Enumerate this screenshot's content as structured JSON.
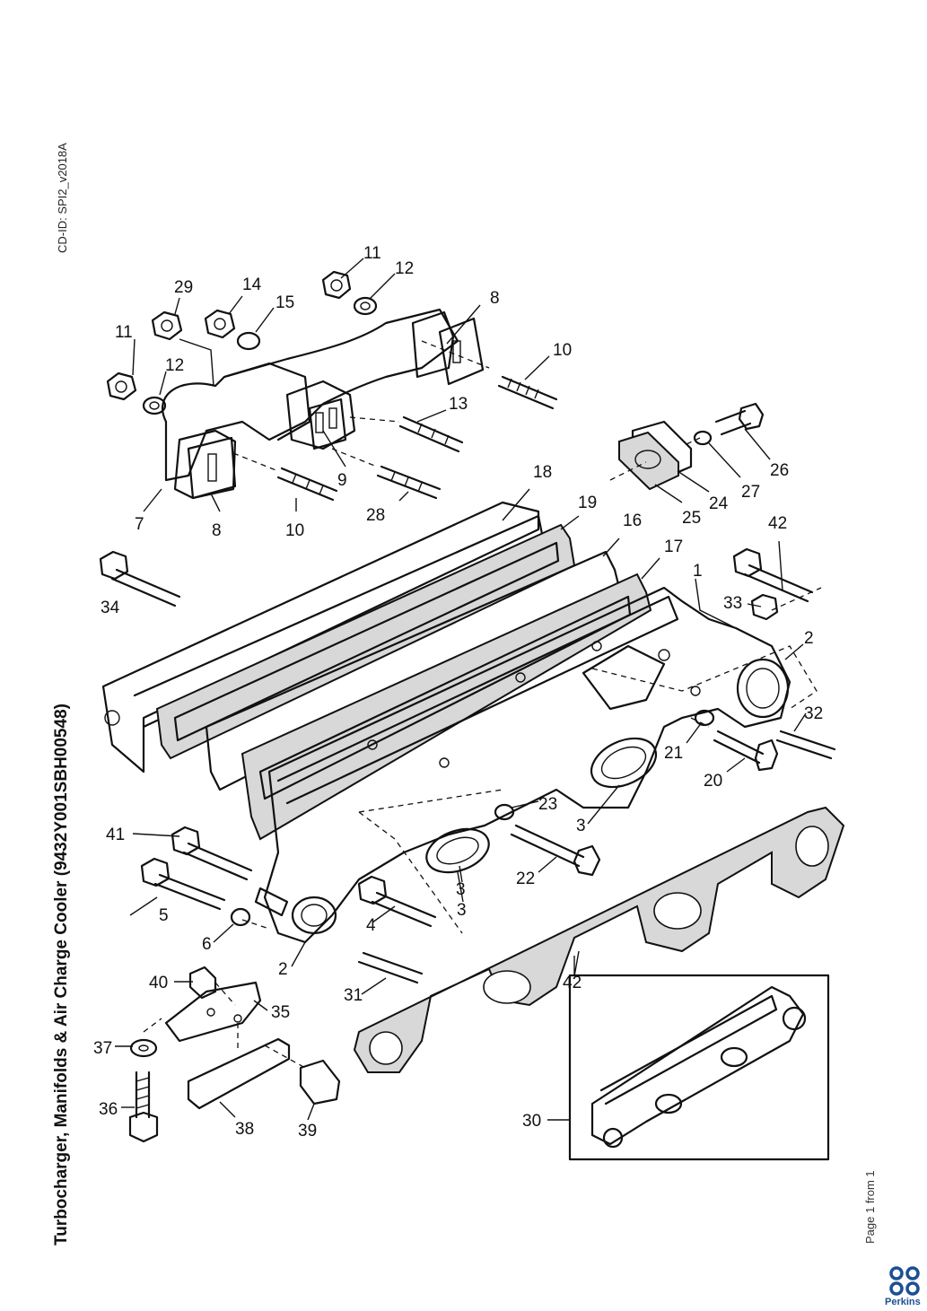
{
  "document_id": "CD-ID: SPI2_v2018A",
  "title": "Turbocharger, Manifolds & Air Charge Cooler (9432Y001SBH00548)",
  "page_label": "Page 1 from 1",
  "brand": "Perkins",
  "brand_color": "#1b4f93",
  "callouts": {
    "c1": "1",
    "c2a": "2",
    "c2b": "2",
    "c3a": "3",
    "c3b": "3",
    "c3c": "3",
    "c4": "4",
    "c5": "5",
    "c6": "6",
    "c7": "7",
    "c8a": "8",
    "c8b": "8",
    "c9": "9",
    "c10a": "10",
    "c10b": "10",
    "c11a": "11",
    "c11b": "11",
    "c12a": "12",
    "c12b": "12",
    "c13": "13",
    "c14": "14",
    "c15": "15",
    "c16": "16",
    "c17": "17",
    "c18": "18",
    "c19": "19",
    "c20": "20",
    "c21": "21",
    "c22": "22",
    "c23": "23",
    "c24": "24",
    "c25": "25",
    "c26": "26",
    "c27": "27",
    "c28": "28",
    "c29": "29",
    "c30": "30",
    "c31": "31",
    "c32": "32",
    "c33": "33",
    "c34": "34",
    "c35": "35",
    "c36": "36",
    "c37": "37",
    "c38": "38",
    "c39": "39",
    "c40": "40",
    "c41": "41",
    "c42a": "42",
    "c42b": "42"
  }
}
